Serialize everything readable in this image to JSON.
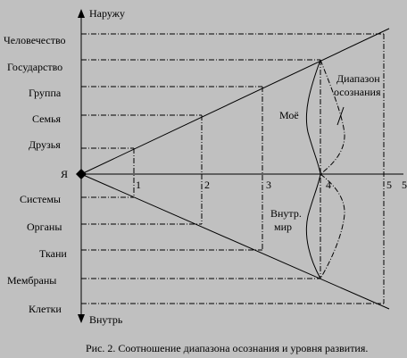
{
  "axis": {
    "top_label": "Наружу",
    "bottom_label": "Внутрь"
  },
  "levels_up": [
    {
      "label": "Человечество"
    },
    {
      "label": "Государство"
    },
    {
      "label": "Группа"
    },
    {
      "label": "Семья"
    },
    {
      "label": "Друзья"
    }
  ],
  "origin_label": "Я",
  "levels_down": [
    {
      "label": "Системы"
    },
    {
      "label": "Органы"
    },
    {
      "label": "Ткани"
    },
    {
      "label": "Мембраны"
    },
    {
      "label": "Клетки"
    }
  ],
  "x_ticks": [
    "1",
    "2",
    "3",
    "4",
    "5",
    "5"
  ],
  "annotations": {
    "moe": "Моё",
    "range_line1": "Диапазон",
    "range_line2": "осознания",
    "inner_line1": "Внутр.",
    "inner_line2": "мир"
  },
  "caption": "Рис. 2. Соотношение диапазона осознания и уровня развития."
}
